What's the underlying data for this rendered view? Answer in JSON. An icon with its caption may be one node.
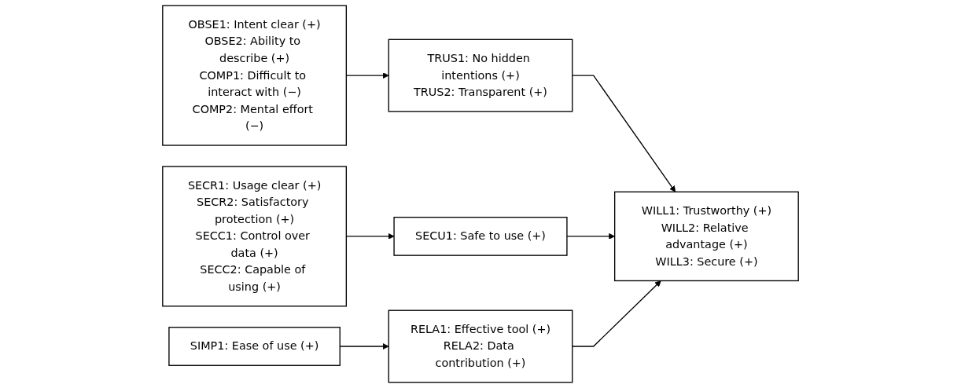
{
  "diagram": {
    "nodes": [
      {
        "text": [
          "OBSE1: Intent clear (+)",
          "OBSE2: Ability to describe (+)",
          "COMP1: Difficult to interact with (−)",
          "COMP2: Mental effort (−)"
        ]
      },
      {
        "text": [
          "TRUS1: No hidden intentions (+)",
          "TRUS2: Transparent (+)"
        ]
      },
      {
        "text": [
          "SECR1: Usage clear (+)",
          "SECR2: Satisfactory protection (+)",
          "SECC1: Control over data (+)",
          "SECC2: Capable of using (+)"
        ]
      },
      {
        "text": [
          "SECU1: Safe to use (+)"
        ]
      },
      {
        "text": [
          "SIMP1: Ease of use (+)"
        ]
      },
      {
        "text": [
          "RELA1: Effective tool (+)",
          "RELA2: Data contribution (+)"
        ]
      },
      {
        "text": [
          "WILL1: Trustworthy (+)",
          "WILL2: Relative advantage (+)",
          "WILL3: Secure (+)"
        ]
      }
    ],
    "edges": [
      {
        "from": 0,
        "to": 1,
        "arrow": "to"
      },
      {
        "from": 1,
        "to": 6,
        "arrow": "to"
      },
      {
        "from": 2,
        "to": 3,
        "arrow": "to"
      },
      {
        "from": 3,
        "to": 6,
        "arrow": "to"
      },
      {
        "from": 4,
        "to": 5,
        "arrow": "to"
      },
      {
        "from": 5,
        "to": 6,
        "arrow": "to"
      }
    ]
  }
}
